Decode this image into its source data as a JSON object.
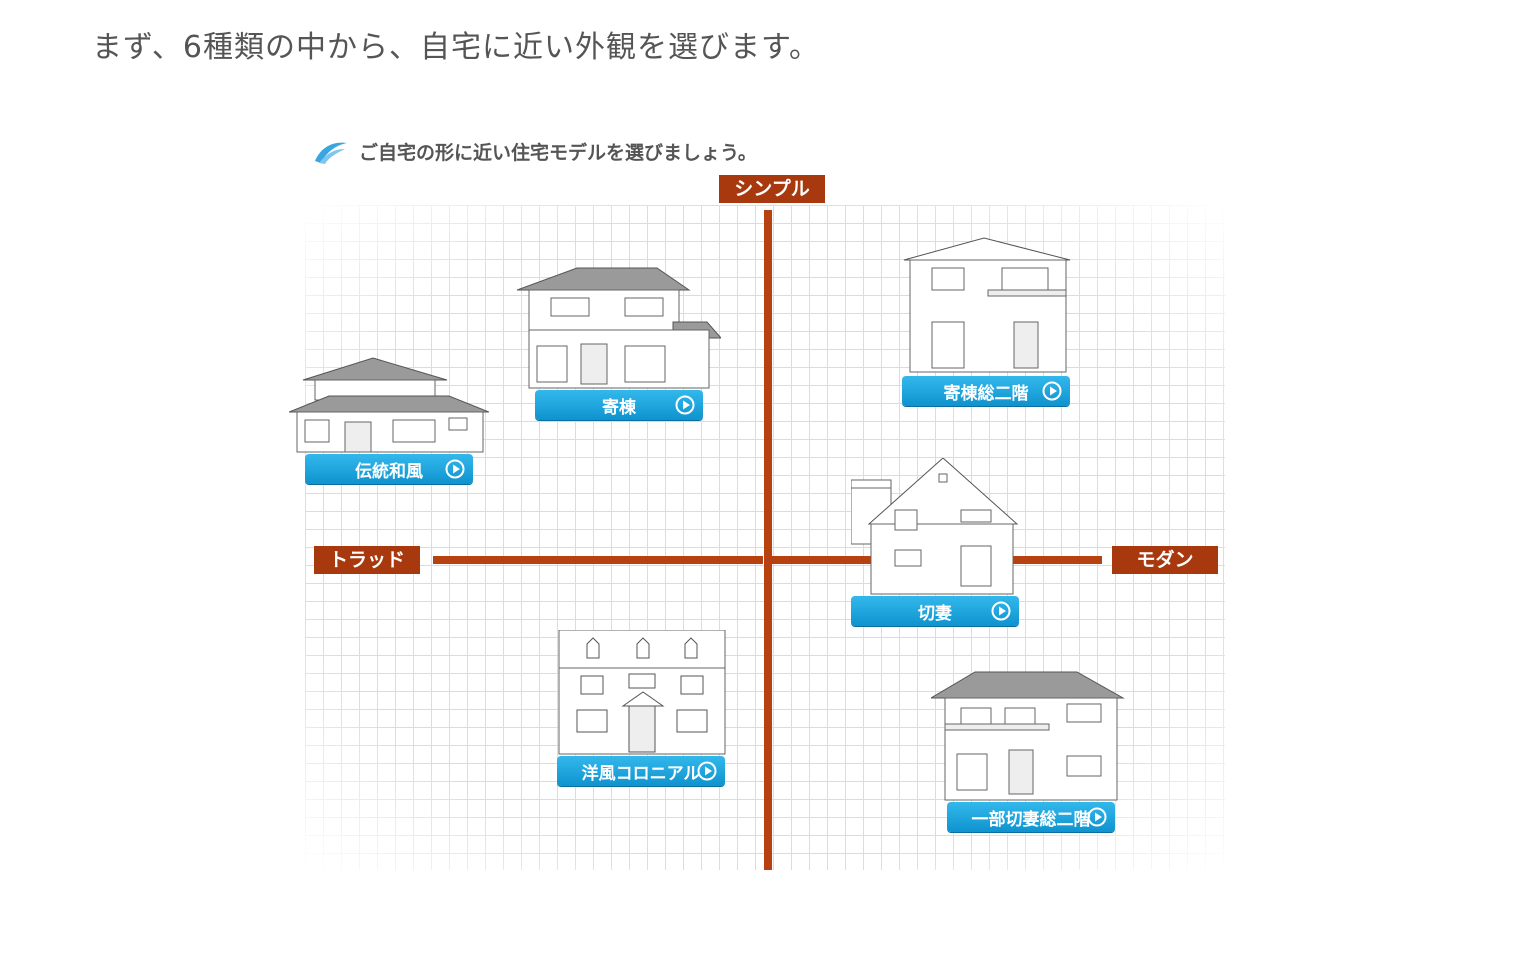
{
  "intro_text": "まず、6種類の中から、自宅に近い外観を選びます。",
  "heading": "ご自宅の形に近い住宅モデルを選びましょう。",
  "axes": {
    "top": "シンプル",
    "left": "トラッド",
    "right": "モダン"
  },
  "models": [
    {
      "label": "伝統和風"
    },
    {
      "label": "寄棟"
    },
    {
      "label": "寄棟総二階"
    },
    {
      "label": "切妻"
    },
    {
      "label": "洋風コロニアル"
    },
    {
      "label": "一部切妻総二階"
    }
  ],
  "colors": {
    "axis": "#b8420f",
    "axis_label_bg": "#a8380d",
    "button_top": "#33b8ec",
    "button_bottom": "#0f93cf"
  },
  "icons": {
    "heading": "swoosh-logo-icon",
    "button_arrow": "play-circle-icon"
  }
}
